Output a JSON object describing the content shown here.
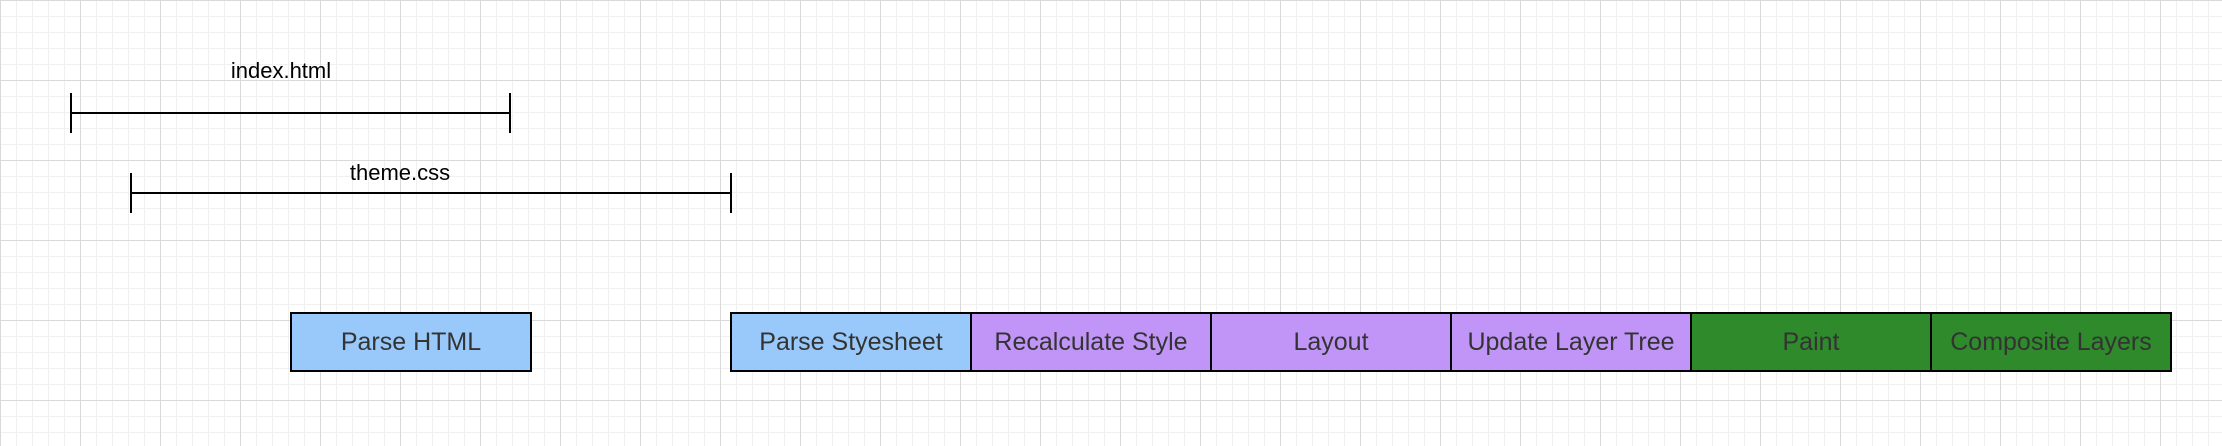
{
  "colors": {
    "parse": "#99c9fb",
    "style": "#c095f7",
    "paint": "#2f8a2c",
    "border": "#000000"
  },
  "requests": [
    {
      "label": "index.html"
    },
    {
      "label": "theme.css"
    }
  ],
  "blocks": [
    {
      "label": "Parse HTML",
      "category": "parse"
    },
    {
      "label": "Parse Styesheet",
      "category": "parse"
    },
    {
      "label": "Recalculate Style",
      "category": "style"
    },
    {
      "label": "Layout",
      "category": "style"
    },
    {
      "label": "Update Layer Tree",
      "category": "style"
    },
    {
      "label": "Paint",
      "category": "paint"
    },
    {
      "label": "Composite Layers",
      "category": "paint"
    }
  ]
}
